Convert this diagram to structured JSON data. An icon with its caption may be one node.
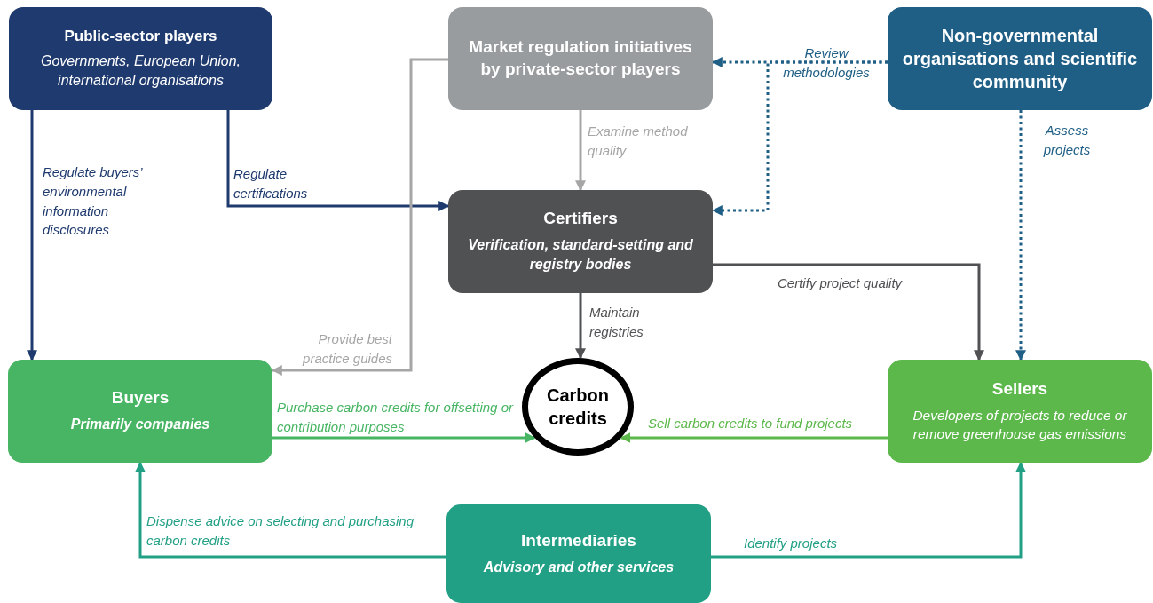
{
  "diagram": {
    "nodes": [
      {
        "text": [
          "Public-sector players",
          "Governments, European Union, international organisations"
        ]
      },
      {
        "text": [
          "Market regulation initiatives by private-sector players"
        ]
      },
      {
        "text": [
          "Non-governmental organisations and scientific community"
        ]
      },
      {
        "text": [
          "Certifiers",
          "Verification, standard-setting and registry bodies"
        ]
      },
      {
        "text": [
          "Buyers",
          "Primarily companies"
        ]
      },
      {
        "text": [
          "Carbon credits"
        ]
      },
      {
        "text": [
          "Sellers",
          "Developers of projects to reduce or remove greenhouse gas emissions"
        ]
      },
      {
        "text": [
          "Intermediaries",
          "Advisory and other services"
        ]
      }
    ],
    "edges": [
      {
        "from": 0,
        "to": 4,
        "arrow": "to",
        "label": "Regulate buyers’ environmental information disclosures",
        "color": "#1f3a6e"
      },
      {
        "from": 0,
        "to": 3,
        "arrow": "to",
        "label": "Regulate certifications",
        "color": "#1f3a6e"
      },
      {
        "from": 1,
        "to": 3,
        "arrow": "to",
        "label": "Examine method quality",
        "color": "#a6a6a6"
      },
      {
        "from": 1,
        "to": 4,
        "arrow": "to",
        "label": "Provide best practice guides",
        "color": "#a6a6a6"
      },
      {
        "from": 2,
        "to": 1,
        "arrow": "to",
        "label": "Review methodologies",
        "style": "dashed",
        "color": "#1f5f86"
      },
      {
        "from": 2,
        "to": 3,
        "arrow": "to",
        "style": "dashed",
        "color": "#1f5f86"
      },
      {
        "from": 2,
        "to": 6,
        "arrow": "to",
        "label": "Assess projects",
        "style": "dashed",
        "color": "#1f5f86"
      },
      {
        "from": 3,
        "to": 5,
        "arrow": "to",
        "label": "Maintain registries",
        "color": "#4f5152"
      },
      {
        "from": 3,
        "to": 6,
        "arrow": "to",
        "label": "Certify project quality",
        "color": "#4f5152"
      },
      {
        "from": 4,
        "to": 5,
        "arrow": "to",
        "label": "Purchase carbon credits for offsetting or contribution purposes",
        "color": "#47b563"
      },
      {
        "from": 6,
        "to": 5,
        "arrow": "to",
        "label": "Sell carbon credits to fund projects",
        "color": "#5cb84a"
      },
      {
        "from": 7,
        "to": 4,
        "arrow": "to",
        "label": "Dispense advice on selecting and purchasing carbon credits",
        "color": "#22a085"
      },
      {
        "from": 7,
        "to": 6,
        "arrow": "to",
        "label": "Identify projects",
        "color": "#22a085"
      }
    ]
  }
}
